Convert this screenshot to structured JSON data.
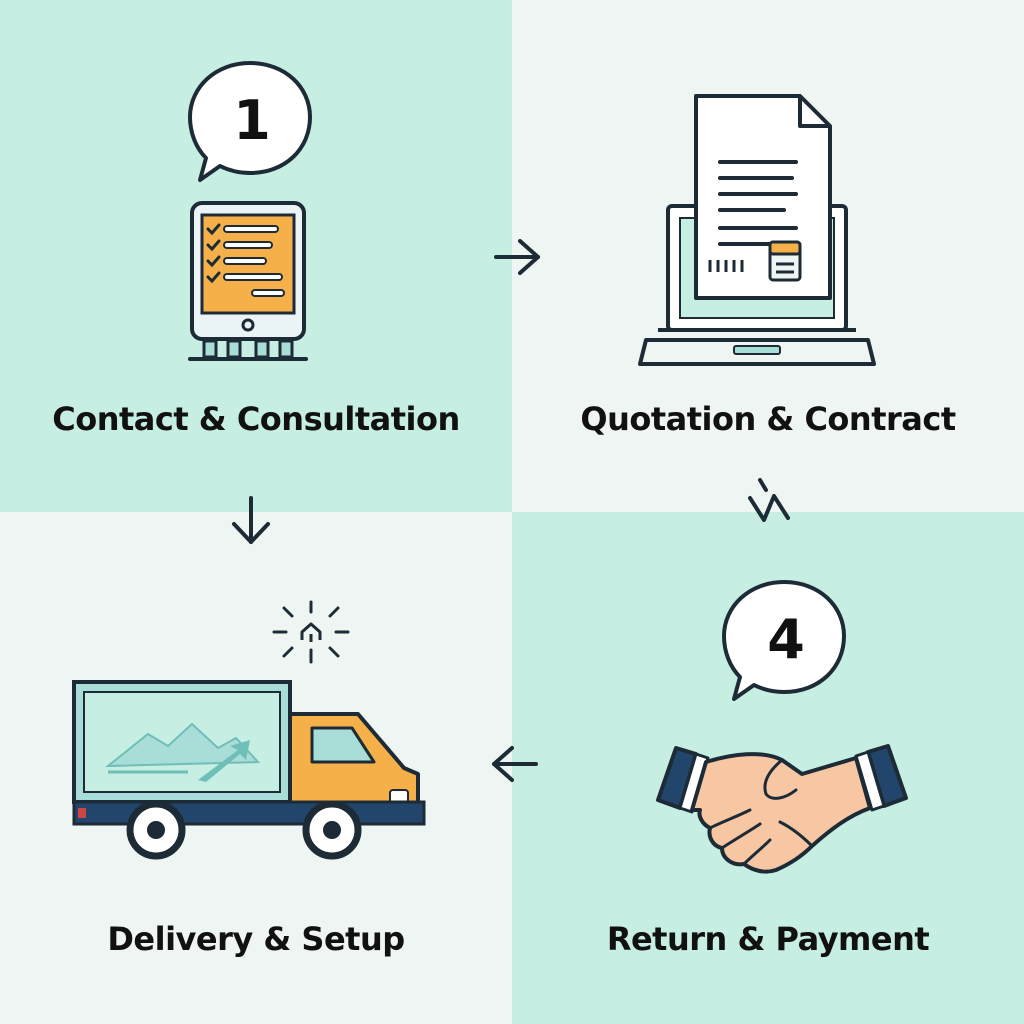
{
  "colors": {
    "mint": "#c7eee3",
    "pale": "#eef5f3",
    "ink": "#1d2b36",
    "orange": "#f6b04a",
    "navy": "#22466b",
    "teal_light": "#a9ddd8",
    "skin": "#f7c6a3"
  },
  "steps": [
    {
      "label": "Contact & Consultation",
      "badge": "1",
      "icon": "tablet-checklist-icon"
    },
    {
      "label": "Quotation & Contract",
      "badge": "",
      "icon": "laptop-document-icon"
    },
    {
      "label": "Delivery & Setup",
      "badge": "",
      "icon": "delivery-truck-icon"
    },
    {
      "label": "Return & Payment",
      "badge": "4",
      "icon": "handshake-icon"
    }
  ],
  "flow_arrows": [
    "arrow-right-icon",
    "arrow-down-icon",
    "arrow-zigzag-icon",
    "arrow-left-icon"
  ]
}
